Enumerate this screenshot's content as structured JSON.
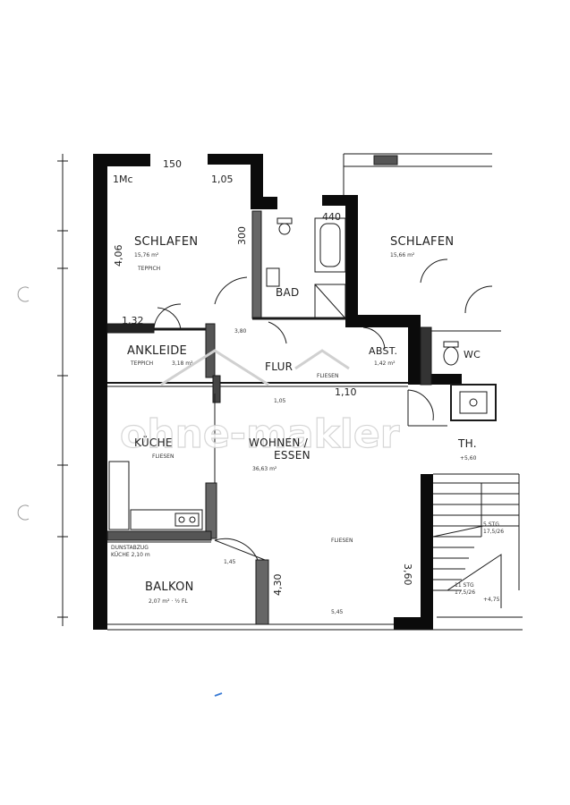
{
  "rooms": {
    "schlafen_left": {
      "name": "SCHLAFEN",
      "area": "15,76 m²",
      "floor": "TEPPICH"
    },
    "bad": {
      "name": "BAD"
    },
    "schlafen_right": {
      "name": "SCHLAFEN",
      "area": "15,66 m²"
    },
    "ankleide": {
      "name": "ANKLEIDE",
      "floor": "TEPPICH",
      "area": "3,18 m²"
    },
    "flur": {
      "name": "FLUR",
      "floor": "FLIESEN"
    },
    "abst": {
      "name": "ABST.",
      "area": "1,42 m²"
    },
    "wc": {
      "name": "WC"
    },
    "kuche": {
      "name": "KÜCHE",
      "floor": "FLIESEN"
    },
    "wohnen": {
      "name": "WOHNEN / ESSEN",
      "name_line1": "WOHNEN /",
      "name_line2": "ESSEN",
      "area": "36,63 m²",
      "floor": "FLIESEN"
    },
    "th": {
      "name": "TH."
    },
    "balkon": {
      "name": "BALKON",
      "area": "2,07 m² · ½ FL"
    }
  },
  "dimensions": {
    "d1": "150",
    "d2": "1,05",
    "d3": "1Mc",
    "d4": "300",
    "d5": "440",
    "d6": "4,06",
    "d7": "3,80",
    "d8": "1,32",
    "d9": "1,10",
    "d10": "4,30",
    "d11": "3,60",
    "d12": "1,45",
    "d13": "1,05",
    "d14": "5,45"
  },
  "annotations": {
    "stairs_top": "5 STG\n17,5/26",
    "stairs_bottom": "11 STG\n17,5/26",
    "kitchen_note": "DUNSTABZUG\nKÜCHE 2,10 m",
    "level_1": "+5,60",
    "level_2": "+4,75"
  },
  "watermark": {
    "text": "ohne-makler"
  },
  "colors": {
    "wall": "#0b0b0b",
    "line": "#1a1a1a",
    "paper": "#ffffff",
    "watermark_outline": "#cfcfcf"
  }
}
